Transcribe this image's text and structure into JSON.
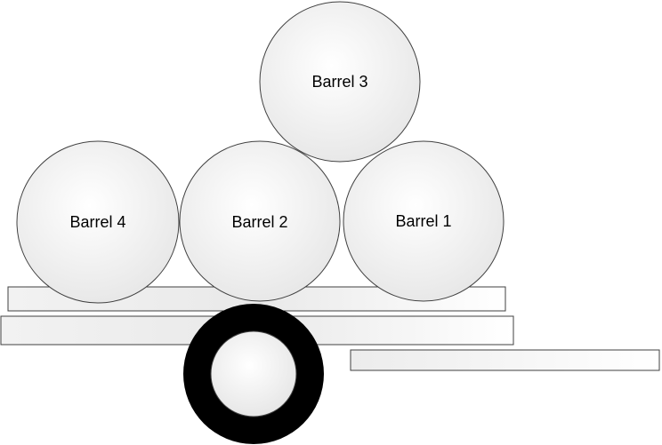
{
  "barrels": [
    {
      "id": "barrel-1",
      "label": "Barrel 1"
    },
    {
      "id": "barrel-2",
      "label": "Barrel 2"
    },
    {
      "id": "barrel-3",
      "label": "Barrel 3"
    },
    {
      "id": "barrel-4",
      "label": "Barrel 4"
    }
  ],
  "colors": {
    "barrel_fill_light": "#ffffff",
    "barrel_fill_dark": "#e6e6e6",
    "outline": "#404040",
    "wheel_ring": "#000000",
    "plank_fill_light": "#ffffff",
    "plank_fill_dark": "#e8e8e8"
  }
}
